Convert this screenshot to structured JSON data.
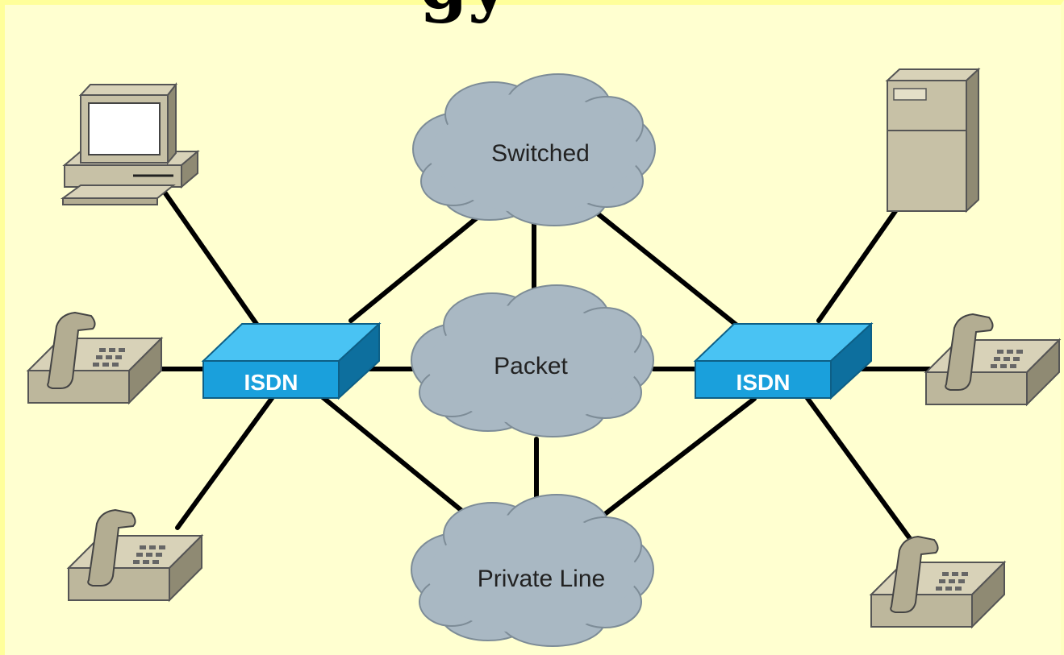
{
  "title_fragment": "gy",
  "clouds": {
    "switched": "Switched",
    "packet": "Packet",
    "private_line": "Private Line"
  },
  "switches": {
    "left_label": "ISDN",
    "right_label": "ISDN"
  },
  "colors": {
    "background": "#ffffd0",
    "border": "#ffff9a",
    "cloud_fill": "#a9b8c3",
    "switch_front": "#1aa0dc",
    "switch_top": "#49c3f3",
    "switch_side": "#0d6f9e",
    "device_fill": "#c7c1a6",
    "link": "#000000"
  },
  "icons": [
    "computer-icon",
    "server-tower-icon",
    "telephone-icon",
    "cloud-icon",
    "isdn-switch-icon"
  ]
}
